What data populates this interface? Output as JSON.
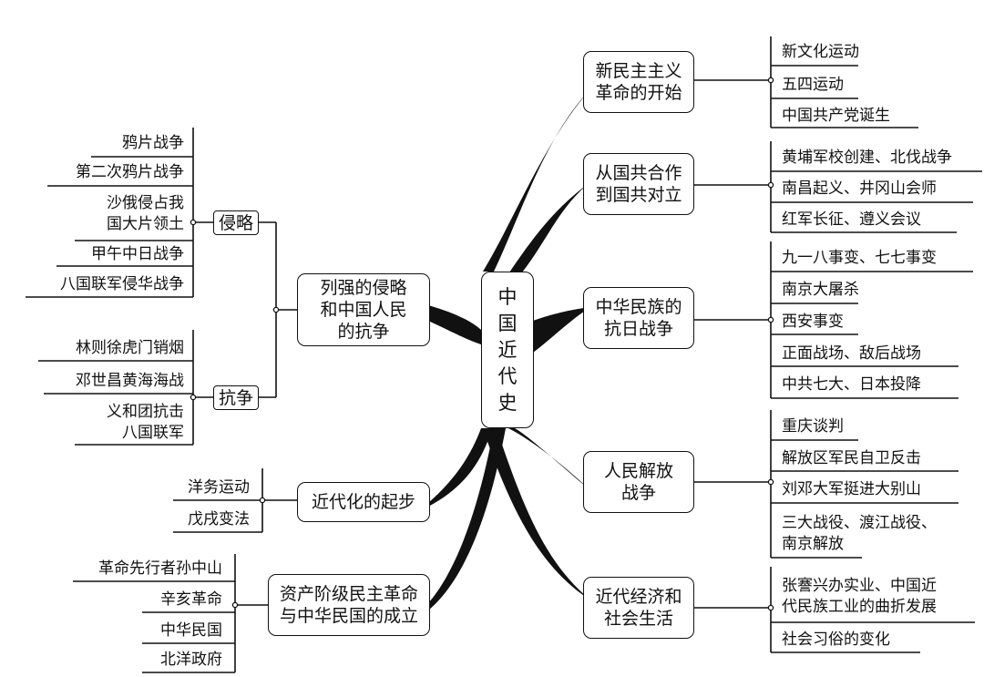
{
  "center": {
    "label": "中\n国\n近\n代\n史"
  },
  "left": {
    "invasion_struggle": {
      "label": "列强的侵略\n和中国人民\n的抗争",
      "invasion": {
        "label": "侵略",
        "items": [
          "鸦片战争",
          "第二次鸦片战争",
          "沙俄侵占我\n国大片领土",
          "甲午中日战争",
          "八国联军侵华战争"
        ]
      },
      "struggle": {
        "label": "抗争",
        "items": [
          "林则徐虎门销烟",
          "邓世昌黄海海战",
          "义和团抗击\n八国联军"
        ]
      }
    },
    "modernization": {
      "label": "近代化的起步",
      "items": [
        "洋务运动",
        "戊戌变法"
      ]
    },
    "revolution": {
      "label": "资产阶级民主革命\n与中华民国的成立",
      "items": [
        "革命先行者孙中山",
        "辛亥革命",
        "中华民国",
        "北洋政府"
      ]
    }
  },
  "right": {
    "new_democratic": {
      "label": "新民主主义\n革命的开始",
      "items": [
        "新文化运动",
        "五四运动",
        "中国共产党诞生"
      ]
    },
    "kmt_cpc": {
      "label": "从国共合作\n到国共对立",
      "items": [
        "黄埔军校创建、北伐战争",
        "南昌起义、井冈山会师",
        "红军长征、遵义会议"
      ]
    },
    "anti_japanese": {
      "label": "中华民族的\n抗日战争",
      "items": [
        "九一八事变、七七事变",
        "南京大屠杀",
        "西安事变",
        "正面战场、敌后战场",
        "中共七大、日本投降"
      ]
    },
    "liberation": {
      "label": "人民解放\n战争",
      "items": [
        "重庆谈判",
        "解放区军民自卫反击",
        "刘邓大军挺进大别山",
        "三大战役、渡江战役、\n南京解放"
      ]
    },
    "economy": {
      "label": "近代经济和\n社会生活",
      "items": [
        "张謇兴办实业、中国近\n代民族工业的曲折发展",
        "社会习俗的变化"
      ]
    }
  }
}
